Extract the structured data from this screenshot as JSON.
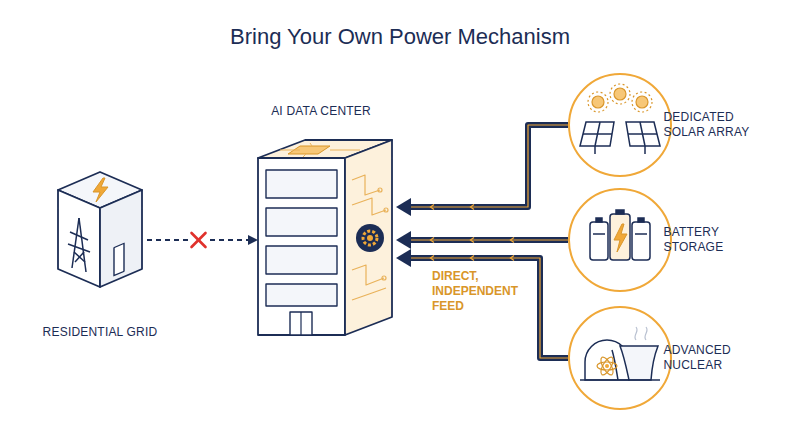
{
  "diagram": {
    "title": "Bring Your Own Power Mechanism",
    "nodes": [
      {
        "text": [
          "RESIDENTIAL GRID"
        ]
      },
      {
        "text": [
          "AI DATA CENTER"
        ]
      },
      {
        "text": [
          "DEDICATED SOLAR ARRAY"
        ]
      },
      {
        "text": [
          "BATTERY STORAGE"
        ]
      },
      {
        "text": [
          "ADVANCED NUCLEAR"
        ]
      }
    ],
    "edges": [
      {
        "from": 0,
        "to": 1,
        "arrow": "to"
      },
      {
        "from": 2,
        "to": 1,
        "arrow": "to"
      },
      {
        "from": 3,
        "to": 1,
        "label": "DIRECT, INDEPENDENT FEED",
        "arrow": "to"
      },
      {
        "from": 4,
        "to": 1,
        "arrow": "to"
      }
    ]
  }
}
